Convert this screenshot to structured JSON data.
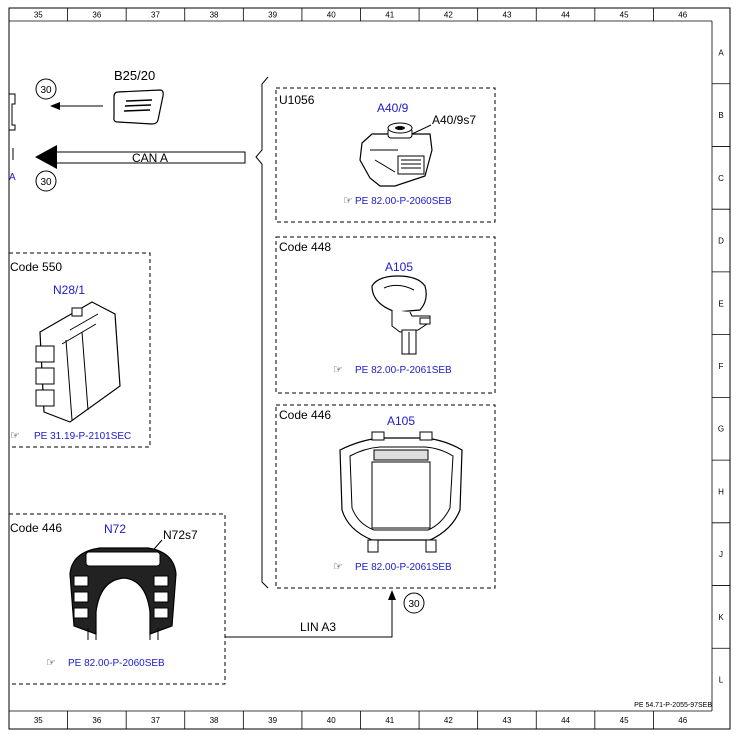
{
  "grid": {
    "columns": [
      "35",
      "36",
      "37",
      "38",
      "39",
      "40",
      "41",
      "42",
      "43",
      "44",
      "45",
      "46"
    ],
    "rows": [
      "A",
      "B",
      "C",
      "D",
      "E",
      "F",
      "G",
      "H",
      "J",
      "K",
      "L"
    ]
  },
  "footer_ref": "PE 54.71-P-2055-97SEB",
  "left_refs": {
    "b25": "B25/20",
    "bubble_top": "30",
    "bubble_bottom": "30",
    "can": "CAN A",
    "edge_letter": "A"
  },
  "u1056": {
    "title": "U1056",
    "label_blue": "A40/9",
    "label_black": "A40/9s7",
    "ref": "PE 82.00-P-2060SEB"
  },
  "code448": {
    "title": "Code 448",
    "label_blue": "A105",
    "ref": "PE 82.00-P-2061SEB"
  },
  "code446_right": {
    "title": "Code 446",
    "label_blue": "A105",
    "ref": "PE 82.00-P-2061SEB",
    "bubble": "30"
  },
  "code550": {
    "title": "Code 550",
    "label_blue": "N28/1",
    "ref": "PE 31.19-P-2101SEC"
  },
  "code446_left": {
    "title": "Code 446",
    "label_blue": "N72",
    "label_black": "N72s7",
    "ref": "PE 82.00-P-2060SEB"
  },
  "lin": "LIN A3"
}
